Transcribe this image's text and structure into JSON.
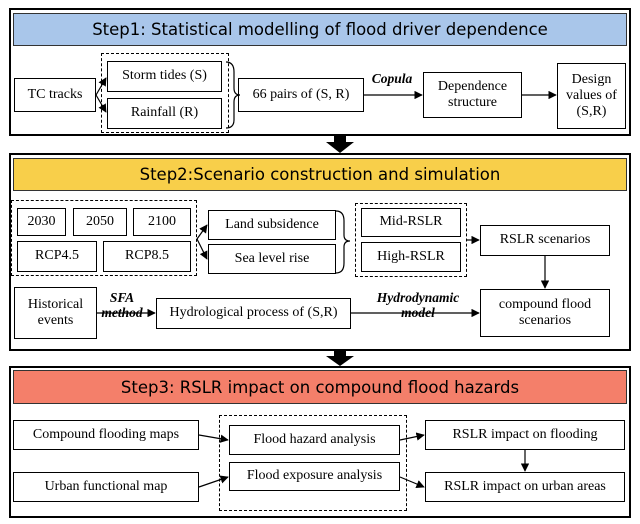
{
  "colors": {
    "step1_header": "#a9c6ea",
    "step2_header": "#f8cf4a",
    "step3_header": "#f47f6a",
    "lines": "#000000"
  },
  "step1": {
    "title": "Step1: Statistical modelling of flood driver dependence",
    "tc_tracks": "TC tracks",
    "storm_tides": "Storm tides (S)",
    "rainfall": "Rainfall (R)",
    "pairs": "66 pairs of (S, R)",
    "copula": "Copula",
    "dependence": "Dependence structure",
    "design_values": "Design values of (S,R)"
  },
  "step2": {
    "title": "Step2:Scenario construction and simulation",
    "years": [
      "2030",
      "2050",
      "2100"
    ],
    "rcps": [
      "RCP4.5",
      "RCP8.5"
    ],
    "land_subsidence": "Land subsidence",
    "sea_level_rise": "Sea level rise",
    "mid_rslr": "Mid-RSLR",
    "high_rslr": "High-RSLR",
    "rslr_scenarios": "RSLR scenarios",
    "historical_events": "Historical events",
    "sfa_method": "SFA method",
    "hydrological": "Hydrological process of (S,R)",
    "hydrodynamic_model": "Hydrodynamic model",
    "compound_scenarios": "compound flood scenarios"
  },
  "step3": {
    "title": "Step3: RSLR impact on compound flood hazards",
    "compound_maps": "Compound flooding maps",
    "urban_map": "Urban functional map",
    "hazard_analysis": "Flood hazard analysis",
    "exposure_analysis": "Flood exposure analysis",
    "impact_flooding": "RSLR impact on flooding",
    "impact_urban": "RSLR impact on urban areas"
  }
}
